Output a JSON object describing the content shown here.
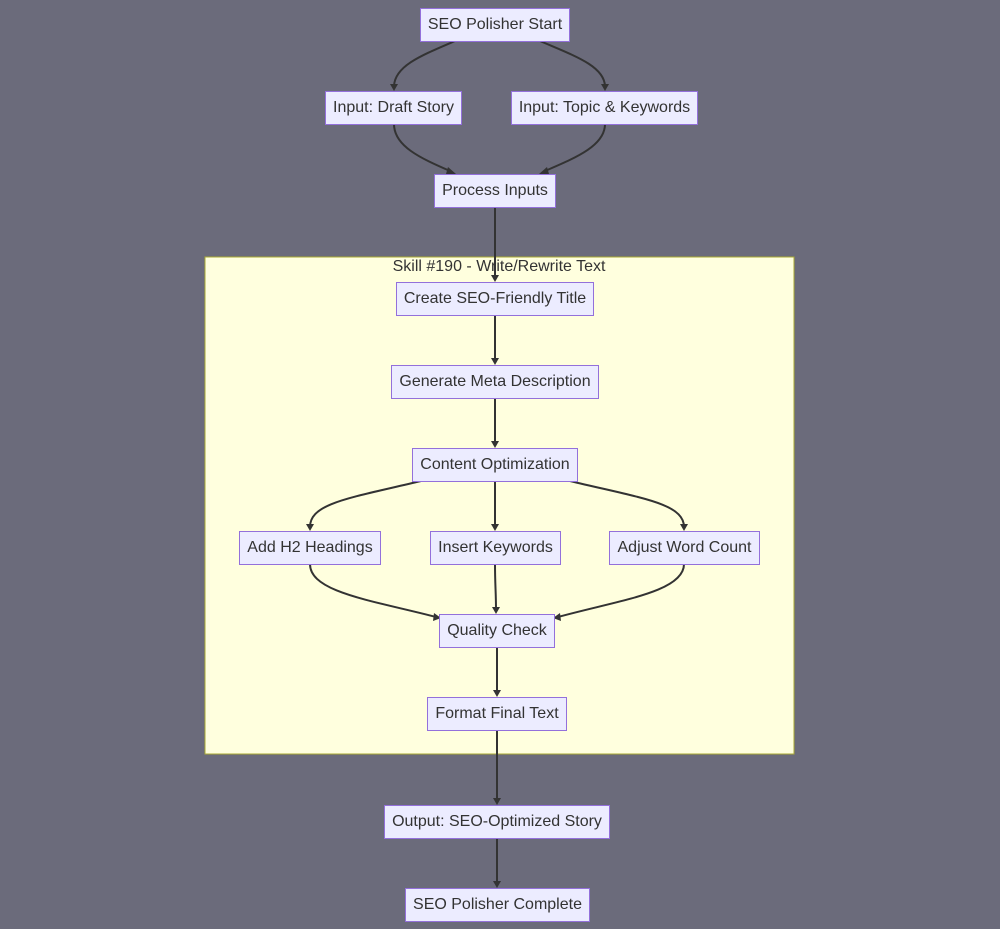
{
  "cluster": {
    "label": "Skill #190 - Write/Rewrite Text"
  },
  "nodes": {
    "start": "SEO Polisher Start",
    "draft": "Input: Draft Story",
    "topic": "Input: Topic & Keywords",
    "process": "Process Inputs",
    "title": "Create SEO-Friendly Title",
    "meta": "Generate Meta Description",
    "content": "Content Optimization",
    "h2": "Add H2 Headings",
    "keywords": "Insert Keywords",
    "wordcount": "Adjust Word Count",
    "quality": "Quality Check",
    "format": "Format Final Text",
    "output": "Output: SEO-Optimized Story",
    "complete": "SEO Polisher Complete"
  }
}
